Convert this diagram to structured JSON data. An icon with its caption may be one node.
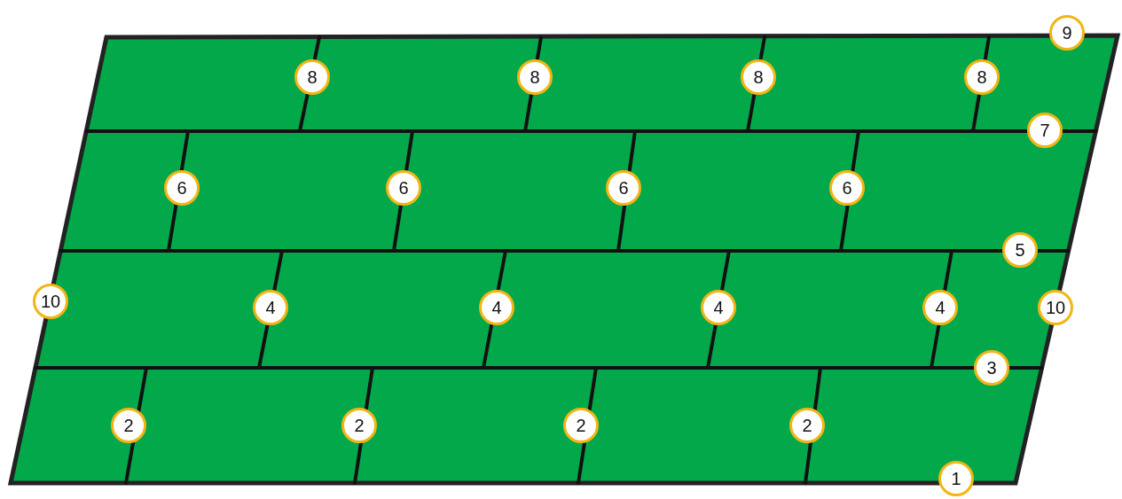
{
  "diagram": {
    "labels": [
      "9",
      "8",
      "8",
      "8",
      "8",
      "7",
      "6",
      "6",
      "6",
      "6",
      "5",
      "10",
      "4",
      "4",
      "4",
      "4",
      "10",
      "3",
      "2",
      "2",
      "2",
      "2",
      "1"
    ]
  }
}
